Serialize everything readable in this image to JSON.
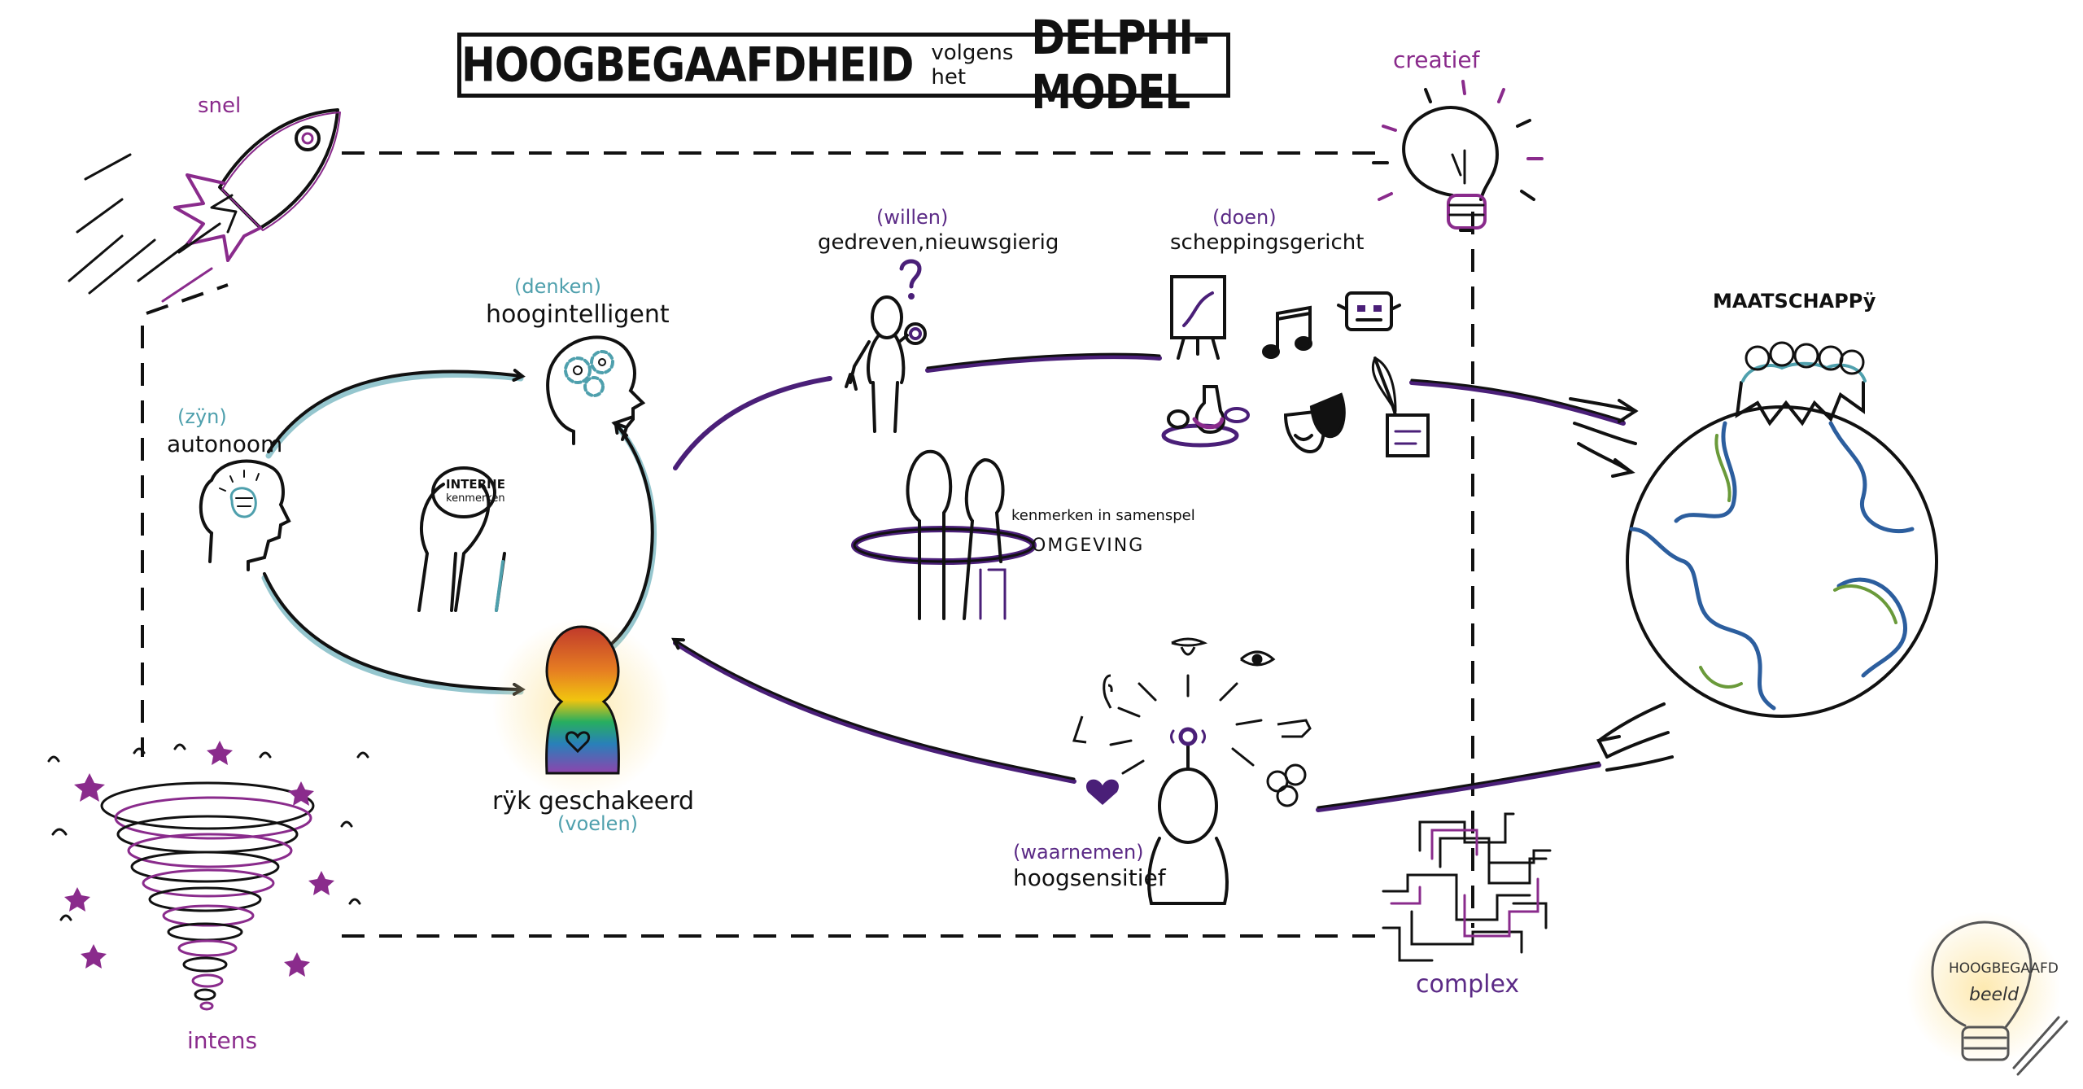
{
  "title": {
    "part1": "HOOGBEGAAFDHEID",
    "part2": "volgens het",
    "part3": "DELPHI-MODEL"
  },
  "corners": {
    "snel": "snel",
    "creatief": "creatief",
    "intens": "intens",
    "complex": "complex"
  },
  "traits": {
    "zijn_tag": "(zÿn)",
    "autonoom": "autonoom",
    "denken_tag": "(denken)",
    "hoogintelligent": "hoogintelligent",
    "voelen_tag": "(voelen)",
    "rijk": "rÿk geschakeerd",
    "willen_tag": "(willen)",
    "gedreven": "gedreven,nieuwsgierig",
    "doen_tag": "(doen)",
    "scheppingsgericht": "scheppingsgericht",
    "waarnemen_tag": "(waarnemen)",
    "hoogsensitief": "hoogsensitief"
  },
  "center": {
    "interne1": "INTERNE",
    "interne2": "kenmerken",
    "samenspel": "kenmerken in samenspel",
    "omgeving": "OMGEVING"
  },
  "maatschappij": "MAATSCHAPPÿ",
  "logo": {
    "line1": "HOOGBEGAAFD",
    "line2": "beeld"
  },
  "colors": {
    "purple": "#8a2b8c",
    "teal": "#4fa0ad",
    "violet": "#4a1f78",
    "ink": "#111111"
  }
}
